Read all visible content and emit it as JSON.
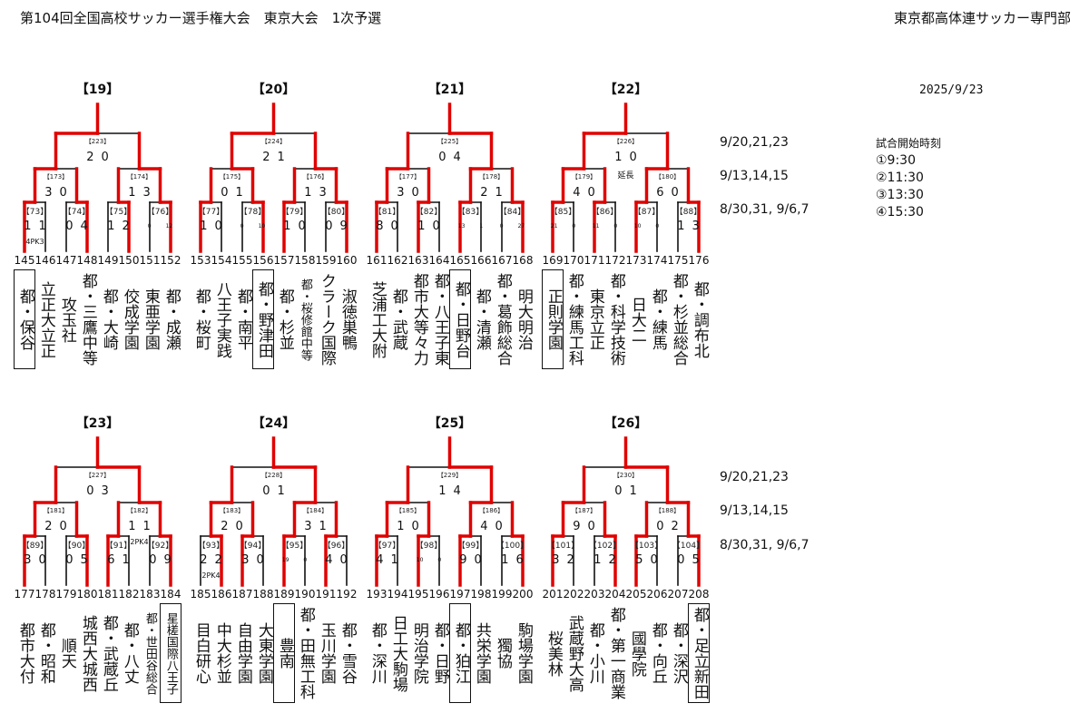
{
  "header": {
    "title": "第104回全国高校サッカー選手権大会　東京大会　1次予選",
    "organizer": "東京都高体連サッカー専門部",
    "date": "2025/9/23"
  },
  "round_dates": [
    "9/20,21,23",
    "9/13,14,15",
    "8/30,31, 9/6,7"
  ],
  "start_times": {
    "label": "試合開始時刻",
    "items": [
      "①9:30",
      "②11:30",
      "③13:30",
      "④15:30"
    ]
  },
  "colors": {
    "winner_line": "#e00000",
    "line": "#111111"
  },
  "blocks": [
    {
      "label": "【19】",
      "leaves": [
        "145",
        "146",
        "147",
        "148",
        "149",
        "150",
        "151",
        "152"
      ],
      "teams": [
        {
          "name": "都・保谷",
          "boxed": true
        },
        {
          "name": "立正大立正"
        },
        {
          "name": "攻玉社"
        },
        {
          "name": "都・三鷹中等"
        },
        {
          "name": "都・大崎"
        },
        {
          "name": "佼成学園"
        },
        {
          "name": "東亜学園"
        },
        {
          "name": "都・成瀬"
        }
      ],
      "r1": [
        {
          "no": "【73】",
          "score": [
            "1",
            "1"
          ],
          "winner": 0,
          "note": "4PK3"
        },
        {
          "no": "【74】",
          "score": [
            "0",
            "4"
          ],
          "winner": 1
        },
        {
          "no": "【75】",
          "score": [
            "1",
            "2"
          ],
          "winner": 1
        },
        {
          "no": "【76】",
          "score": [
            "0",
            "12"
          ],
          "winner": 1,
          "small": true
        }
      ],
      "r2": [
        {
          "no": "【173】",
          "score": [
            "3",
            "0"
          ],
          "winner": 0
        },
        {
          "no": "【174】",
          "score": [
            "1",
            "3"
          ],
          "winner": 1
        }
      ],
      "r3": {
        "no": "【223】",
        "score": [
          "2",
          "0"
        ],
        "winner": 0
      }
    },
    {
      "label": "【20】",
      "leaves": [
        "153",
        "154",
        "155",
        "156",
        "157",
        "158",
        "159",
        "160"
      ],
      "teams": [
        {
          "name": "都・桜町"
        },
        {
          "name": "八王子実践"
        },
        {
          "name": "都・南平"
        },
        {
          "name": "都・野津田",
          "boxed": true
        },
        {
          "name": "都・杉並"
        },
        {
          "name": "都・桜修館中等"
        },
        {
          "name": "クラーク国際"
        },
        {
          "name": "淑徳巣鴨"
        }
      ],
      "r1": [
        {
          "no": "【77】",
          "score": [
            "1",
            "0"
          ],
          "winner": 0
        },
        {
          "no": "【78】",
          "score": [
            "0",
            "10"
          ],
          "winner": 1,
          "small": true
        },
        {
          "no": "【79】",
          "score": [
            "1",
            "0"
          ],
          "winner": 0
        },
        {
          "no": "【80】",
          "score": [
            "0",
            "9"
          ],
          "winner": 1
        }
      ],
      "r2": [
        {
          "no": "【175】",
          "score": [
            "0",
            "1"
          ],
          "winner": 1
        },
        {
          "no": "【176】",
          "score": [
            "1",
            "3"
          ],
          "winner": 1
        }
      ],
      "r3": {
        "no": "【224】",
        "score": [
          "2",
          "1"
        ],
        "winner": 0
      }
    },
    {
      "label": "【21】",
      "leaves": [
        "161",
        "162",
        "163",
        "164",
        "165",
        "166",
        "167",
        "168"
      ],
      "teams": [
        {
          "name": "芝浦工大附"
        },
        {
          "name": "都・武蔵"
        },
        {
          "name": "都市大等々力"
        },
        {
          "name": "都・八王子東"
        },
        {
          "name": "都・日野台",
          "boxed": true
        },
        {
          "name": "都・清瀬"
        },
        {
          "name": "都・葛飾総合"
        },
        {
          "name": "明大明治"
        }
      ],
      "r1": [
        {
          "no": "【81】",
          "score": [
            "8",
            "0"
          ],
          "winner": 0
        },
        {
          "no": "【82】",
          "score": [
            "1",
            "0"
          ],
          "winner": 0
        },
        {
          "no": "【83】",
          "score": [
            "13",
            "1"
          ],
          "winner": 0,
          "small": true
        },
        {
          "no": "【84】",
          "score": [
            "0",
            "27"
          ],
          "winner": 1,
          "small": true
        }
      ],
      "r2": [
        {
          "no": "【177】",
          "score": [
            "3",
            "0"
          ],
          "winner": 0
        },
        {
          "no": "【178】",
          "score": [
            "2",
            "1"
          ],
          "winner": 0
        }
      ],
      "r3": {
        "no": "【225】",
        "score": [
          "0",
          "4"
        ],
        "winner": 1
      }
    },
    {
      "label": "【22】",
      "leaves": [
        "169",
        "170",
        "171",
        "172",
        "173",
        "174",
        "175",
        "176"
      ],
      "teams": [
        {
          "name": "正則学園",
          "boxed": true
        },
        {
          "name": "都・練馬工科"
        },
        {
          "name": "東京立正"
        },
        {
          "name": "都・科学技術"
        },
        {
          "name": "日大二"
        },
        {
          "name": "都・練馬"
        },
        {
          "name": "都・杉並総合"
        },
        {
          "name": "都・調布北"
        }
      ],
      "r1": [
        {
          "no": "【85】",
          "score": [
            "21",
            "0"
          ],
          "winner": 0,
          "small": true
        },
        {
          "no": "【86】",
          "score": [
            "11",
            "0"
          ],
          "winner": 0,
          "small": true
        },
        {
          "no": "【87】",
          "score": [
            "10",
            "0"
          ],
          "winner": 0,
          "small": true
        },
        {
          "no": "【88】",
          "score": [
            "1",
            "3"
          ],
          "winner": 1
        }
      ],
      "r2": [
        {
          "no": "【179】",
          "score": [
            "4",
            "0"
          ],
          "winner": 0
        },
        {
          "no": "【180】",
          "score": [
            "6",
            "0"
          ],
          "winner": 0
        }
      ],
      "r3": {
        "no": "【226】",
        "score": [
          "1",
          "0"
        ],
        "winner": 0,
        "note": "延長"
      }
    },
    {
      "label": "【23】",
      "leaves": [
        "177",
        "178",
        "179",
        "180",
        "181",
        "182",
        "183",
        "184"
      ],
      "teams": [
        {
          "name": "都市大付"
        },
        {
          "name": "都・昭和"
        },
        {
          "name": "順天"
        },
        {
          "name": "城西大城西"
        },
        {
          "name": "都・武蔵丘"
        },
        {
          "name": "都・八丈"
        },
        {
          "name": "都・世田谷総合"
        },
        {
          "name": "星槎国際八王子",
          "boxed": true
        }
      ],
      "r1": [
        {
          "no": "【89】",
          "score": [
            "3",
            "0"
          ],
          "winner": 0
        },
        {
          "no": "【90】",
          "score": [
            "0",
            "5"
          ],
          "winner": 1
        },
        {
          "no": "【91】",
          "score": [
            "6",
            "1"
          ],
          "winner": 0
        },
        {
          "no": "【92】",
          "score": [
            "0",
            "9"
          ],
          "winner": 1
        }
      ],
      "r2": [
        {
          "no": "【181】",
          "score": [
            "2",
            "0"
          ],
          "winner": 0
        },
        {
          "no": "【182】",
          "score": [
            "1",
            "1"
          ],
          "winner": 1,
          "note": "2PK4"
        }
      ],
      "r3": {
        "no": "【227】",
        "score": [
          "0",
          "3"
        ],
        "winner": 1
      }
    },
    {
      "label": "【24】",
      "leaves": [
        "185",
        "186",
        "187",
        "188",
        "189",
        "190",
        "191",
        "192"
      ],
      "teams": [
        {
          "name": "目白研心"
        },
        {
          "name": "中大杉並"
        },
        {
          "name": "自由学園"
        },
        {
          "name": "大東学園"
        },
        {
          "name": "豊南",
          "boxed": true
        },
        {
          "name": "都・田無工科"
        },
        {
          "name": "玉川学園"
        },
        {
          "name": "都・雪谷"
        }
      ],
      "r1": [
        {
          "no": "【93】",
          "score": [
            "2",
            "2"
          ],
          "winner": 1,
          "note": "2PK4"
        },
        {
          "no": "【94】",
          "score": [
            "3",
            "0"
          ],
          "winner": 0
        },
        {
          "no": "【95】",
          "score": [
            "19",
            "0"
          ],
          "winner": 0,
          "small": true
        },
        {
          "no": "【96】",
          "score": [
            "4",
            "0"
          ],
          "winner": 0
        }
      ],
      "r2": [
        {
          "no": "【183】",
          "score": [
            "2",
            "0"
          ],
          "winner": 0
        },
        {
          "no": "【184】",
          "score": [
            "3",
            "1"
          ],
          "winner": 0
        }
      ],
      "r3": {
        "no": "【228】",
        "score": [
          "0",
          "1"
        ],
        "winner": 1
      }
    },
    {
      "label": "【25】",
      "leaves": [
        "193",
        "194",
        "195",
        "196",
        "197",
        "198",
        "199",
        "200"
      ],
      "teams": [
        {
          "name": "都・深川"
        },
        {
          "name": "日工大駒場"
        },
        {
          "name": "明治学院"
        },
        {
          "name": "都・日野"
        },
        {
          "name": "都・狛江",
          "boxed": true
        },
        {
          "name": "共栄学園"
        },
        {
          "name": "獨協"
        },
        {
          "name": "駒場学園"
        }
      ],
      "r1": [
        {
          "no": "【97】",
          "score": [
            "4",
            "1"
          ],
          "winner": 0
        },
        {
          "no": "【98】",
          "score": [
            "10",
            "0"
          ],
          "winner": 0,
          "small": true
        },
        {
          "no": "【99】",
          "score": [
            "9",
            "0"
          ],
          "winner": 0
        },
        {
          "no": "【100】",
          "score": [
            "1",
            "6"
          ],
          "winner": 1
        }
      ],
      "r2": [
        {
          "no": "【185】",
          "score": [
            "1",
            "0"
          ],
          "winner": 0
        },
        {
          "no": "【186】",
          "score": [
            "4",
            "0"
          ],
          "winner": 0
        }
      ],
      "r3": {
        "no": "【229】",
        "score": [
          "1",
          "4"
        ],
        "winner": 1
      }
    },
    {
      "label": "【26】",
      "leaves": [
        "201",
        "202",
        "203",
        "204",
        "205",
        "206",
        "207",
        "208"
      ],
      "teams": [
        {
          "name": "桜美林"
        },
        {
          "name": "武蔵野大高"
        },
        {
          "name": "都・小川"
        },
        {
          "name": "都・第一商業"
        },
        {
          "name": "國學院"
        },
        {
          "name": "都・向丘"
        },
        {
          "name": "都・深沢"
        },
        {
          "name": "都・足立新田",
          "boxed": true
        }
      ],
      "r1": [
        {
          "no": "【101】",
          "score": [
            "3",
            "2"
          ],
          "winner": 0
        },
        {
          "no": "【102】",
          "score": [
            "1",
            "2"
          ],
          "winner": 1
        },
        {
          "no": "【103】",
          "score": [
            "5",
            "0"
          ],
          "winner": 0
        },
        {
          "no": "【104】",
          "score": [
            "0",
            "5"
          ],
          "winner": 1
        }
      ],
      "r2": [
        {
          "no": "【187】",
          "score": [
            "9",
            "0"
          ],
          "winner": 0
        },
        {
          "no": "【188】",
          "score": [
            "0",
            "2"
          ],
          "winner": 1
        }
      ],
      "r3": {
        "no": "【230】",
        "score": [
          "0",
          "1"
        ],
        "winner": 1
      }
    }
  ]
}
